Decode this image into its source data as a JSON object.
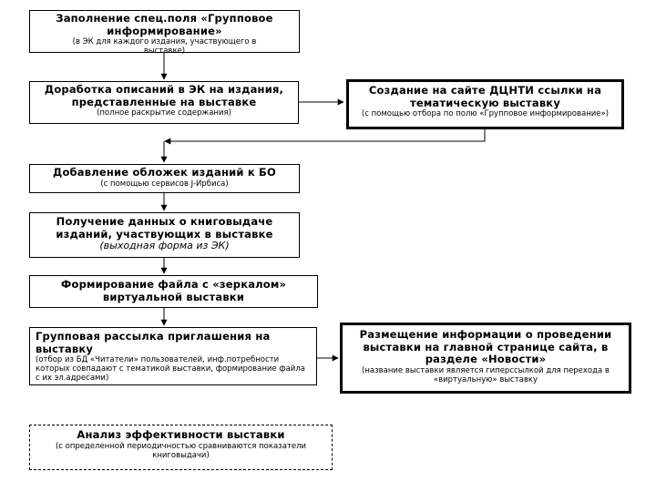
{
  "nodes": {
    "fill_field": {
      "main": "Заполнение спец.поля «Групповое информирование»",
      "note": "(в ЭК для каждого издания, участвующего в выставке)"
    },
    "revise_desc": {
      "main": "Доработка описаний в ЭК на издания, представленные на выставке",
      "note": "(полное раскрытие содержания)"
    },
    "create_link": {
      "main": "Создание на сайте ДЦНТИ ссылки на тематическую выставку",
      "note": "(с помощью отбора по полю «Групповое информирование»)"
    },
    "add_covers": {
      "main": "Добавление обложек изданий к БО",
      "note": "(с помощью сервисов J-Ирбиса)"
    },
    "get_data": {
      "main": "Получение данных о книговыдаче изданий, участвующих в выставке",
      "note": "(выходная форма из ЭК)"
    },
    "mirror_file": {
      "main": "Формирование файла с «зеркалом» виртуальной выставки"
    },
    "mailing": {
      "main": "Групповая рассылка приглашения на выставку",
      "note": "(отбор из БД «Читатели» пользователей, инф.потребности которых совпадают с тематикой выставки, формирование файла с их эл.адресами)"
    },
    "publish_news": {
      "main": "Размещение информации о проведении выставки на главной странице сайта, в разделе «Новости»",
      "note": "(название выставки является гиперссылкой для перехода в «виртуальную» выставку"
    },
    "analysis": {
      "main": "Анализ эффективности выставки",
      "note": "(с определенной периодичностью сравниваются показатели книговыдачи)"
    }
  }
}
